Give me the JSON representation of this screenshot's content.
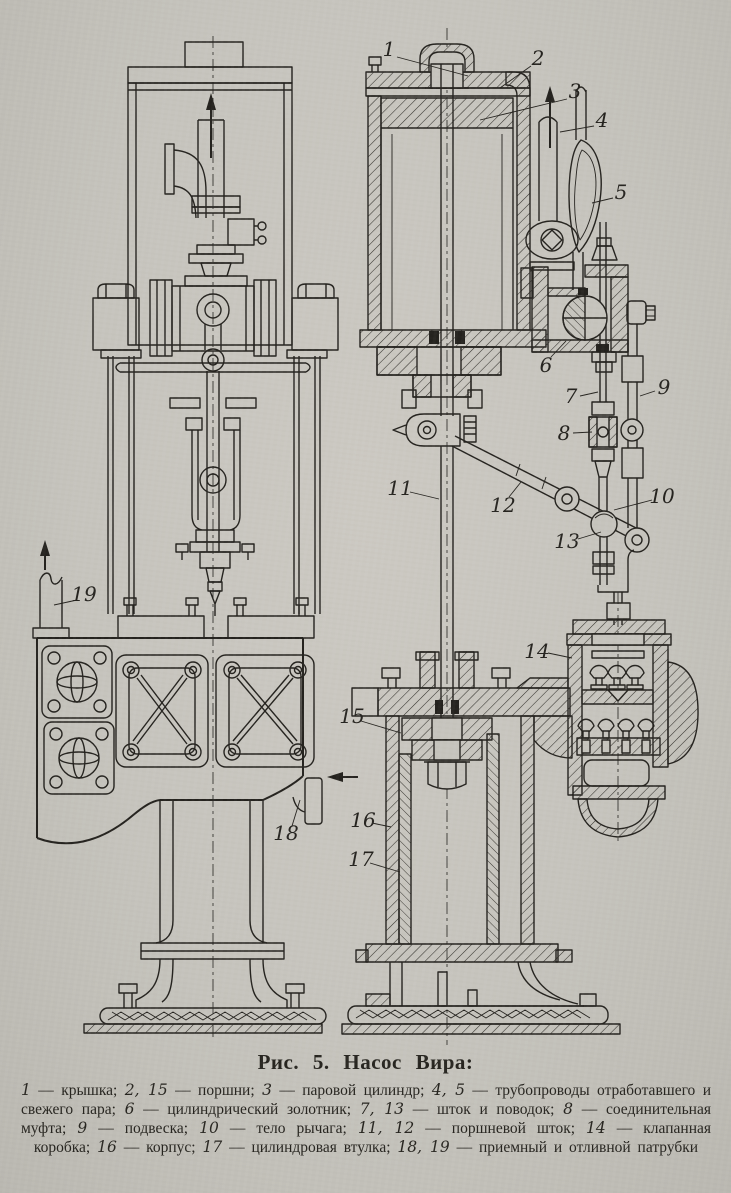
{
  "figure": {
    "caption": "Рис. 5. Насос Вира:"
  },
  "callouts": [
    "1",
    "2",
    "3",
    "4",
    "5",
    "6",
    "7",
    "8",
    "9",
    "10",
    "11",
    "12",
    "13",
    "14",
    "15",
    "16",
    "17",
    "18",
    "19"
  ],
  "legend": {
    "items": [
      {
        "nums": "1",
        "text": "крышка"
      },
      {
        "nums": "2, 15",
        "text": "поршни"
      },
      {
        "nums": "3",
        "text": "паровой цилиндр"
      },
      {
        "nums": "4, 5",
        "text": "трубопроводы отработавшего и свежего пара"
      },
      {
        "nums": "6",
        "text": "цилиндрический золотник"
      },
      {
        "nums": "7, 13",
        "text": "шток и поводок"
      },
      {
        "nums": "8",
        "text": "соединительная муфта"
      },
      {
        "nums": "9",
        "text": "подвеска"
      },
      {
        "nums": "10",
        "text": "тело рычага"
      },
      {
        "nums": "11, 12",
        "text": "поршневой шток"
      },
      {
        "nums": "14",
        "text": "клапанная коробка"
      },
      {
        "nums": "16",
        "text": "корпус"
      },
      {
        "nums": "17",
        "text": "цилиндровая втулка"
      },
      {
        "nums": "18, 19",
        "text": "приемный и отливной патрубки"
      }
    ]
  },
  "colors": {
    "paper": "#c6c4bd",
    "ink": "#24221e"
  }
}
